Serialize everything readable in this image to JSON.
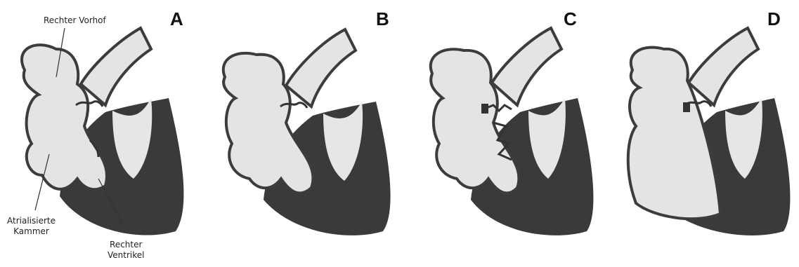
{
  "panels": [
    {
      "letter": "A"
    },
    {
      "letter": "B"
    },
    {
      "letter": "C"
    },
    {
      "letter": "D"
    }
  ],
  "annotations": {
    "right_atrium": "Rechter Vorhof",
    "atrialized_chamber_line1": "Atrialisierte",
    "atrialized_chamber_line2": "Kammer",
    "right_ventricle_line1": "Rechter",
    "right_ventricle_line2": "Ventrikel"
  }
}
